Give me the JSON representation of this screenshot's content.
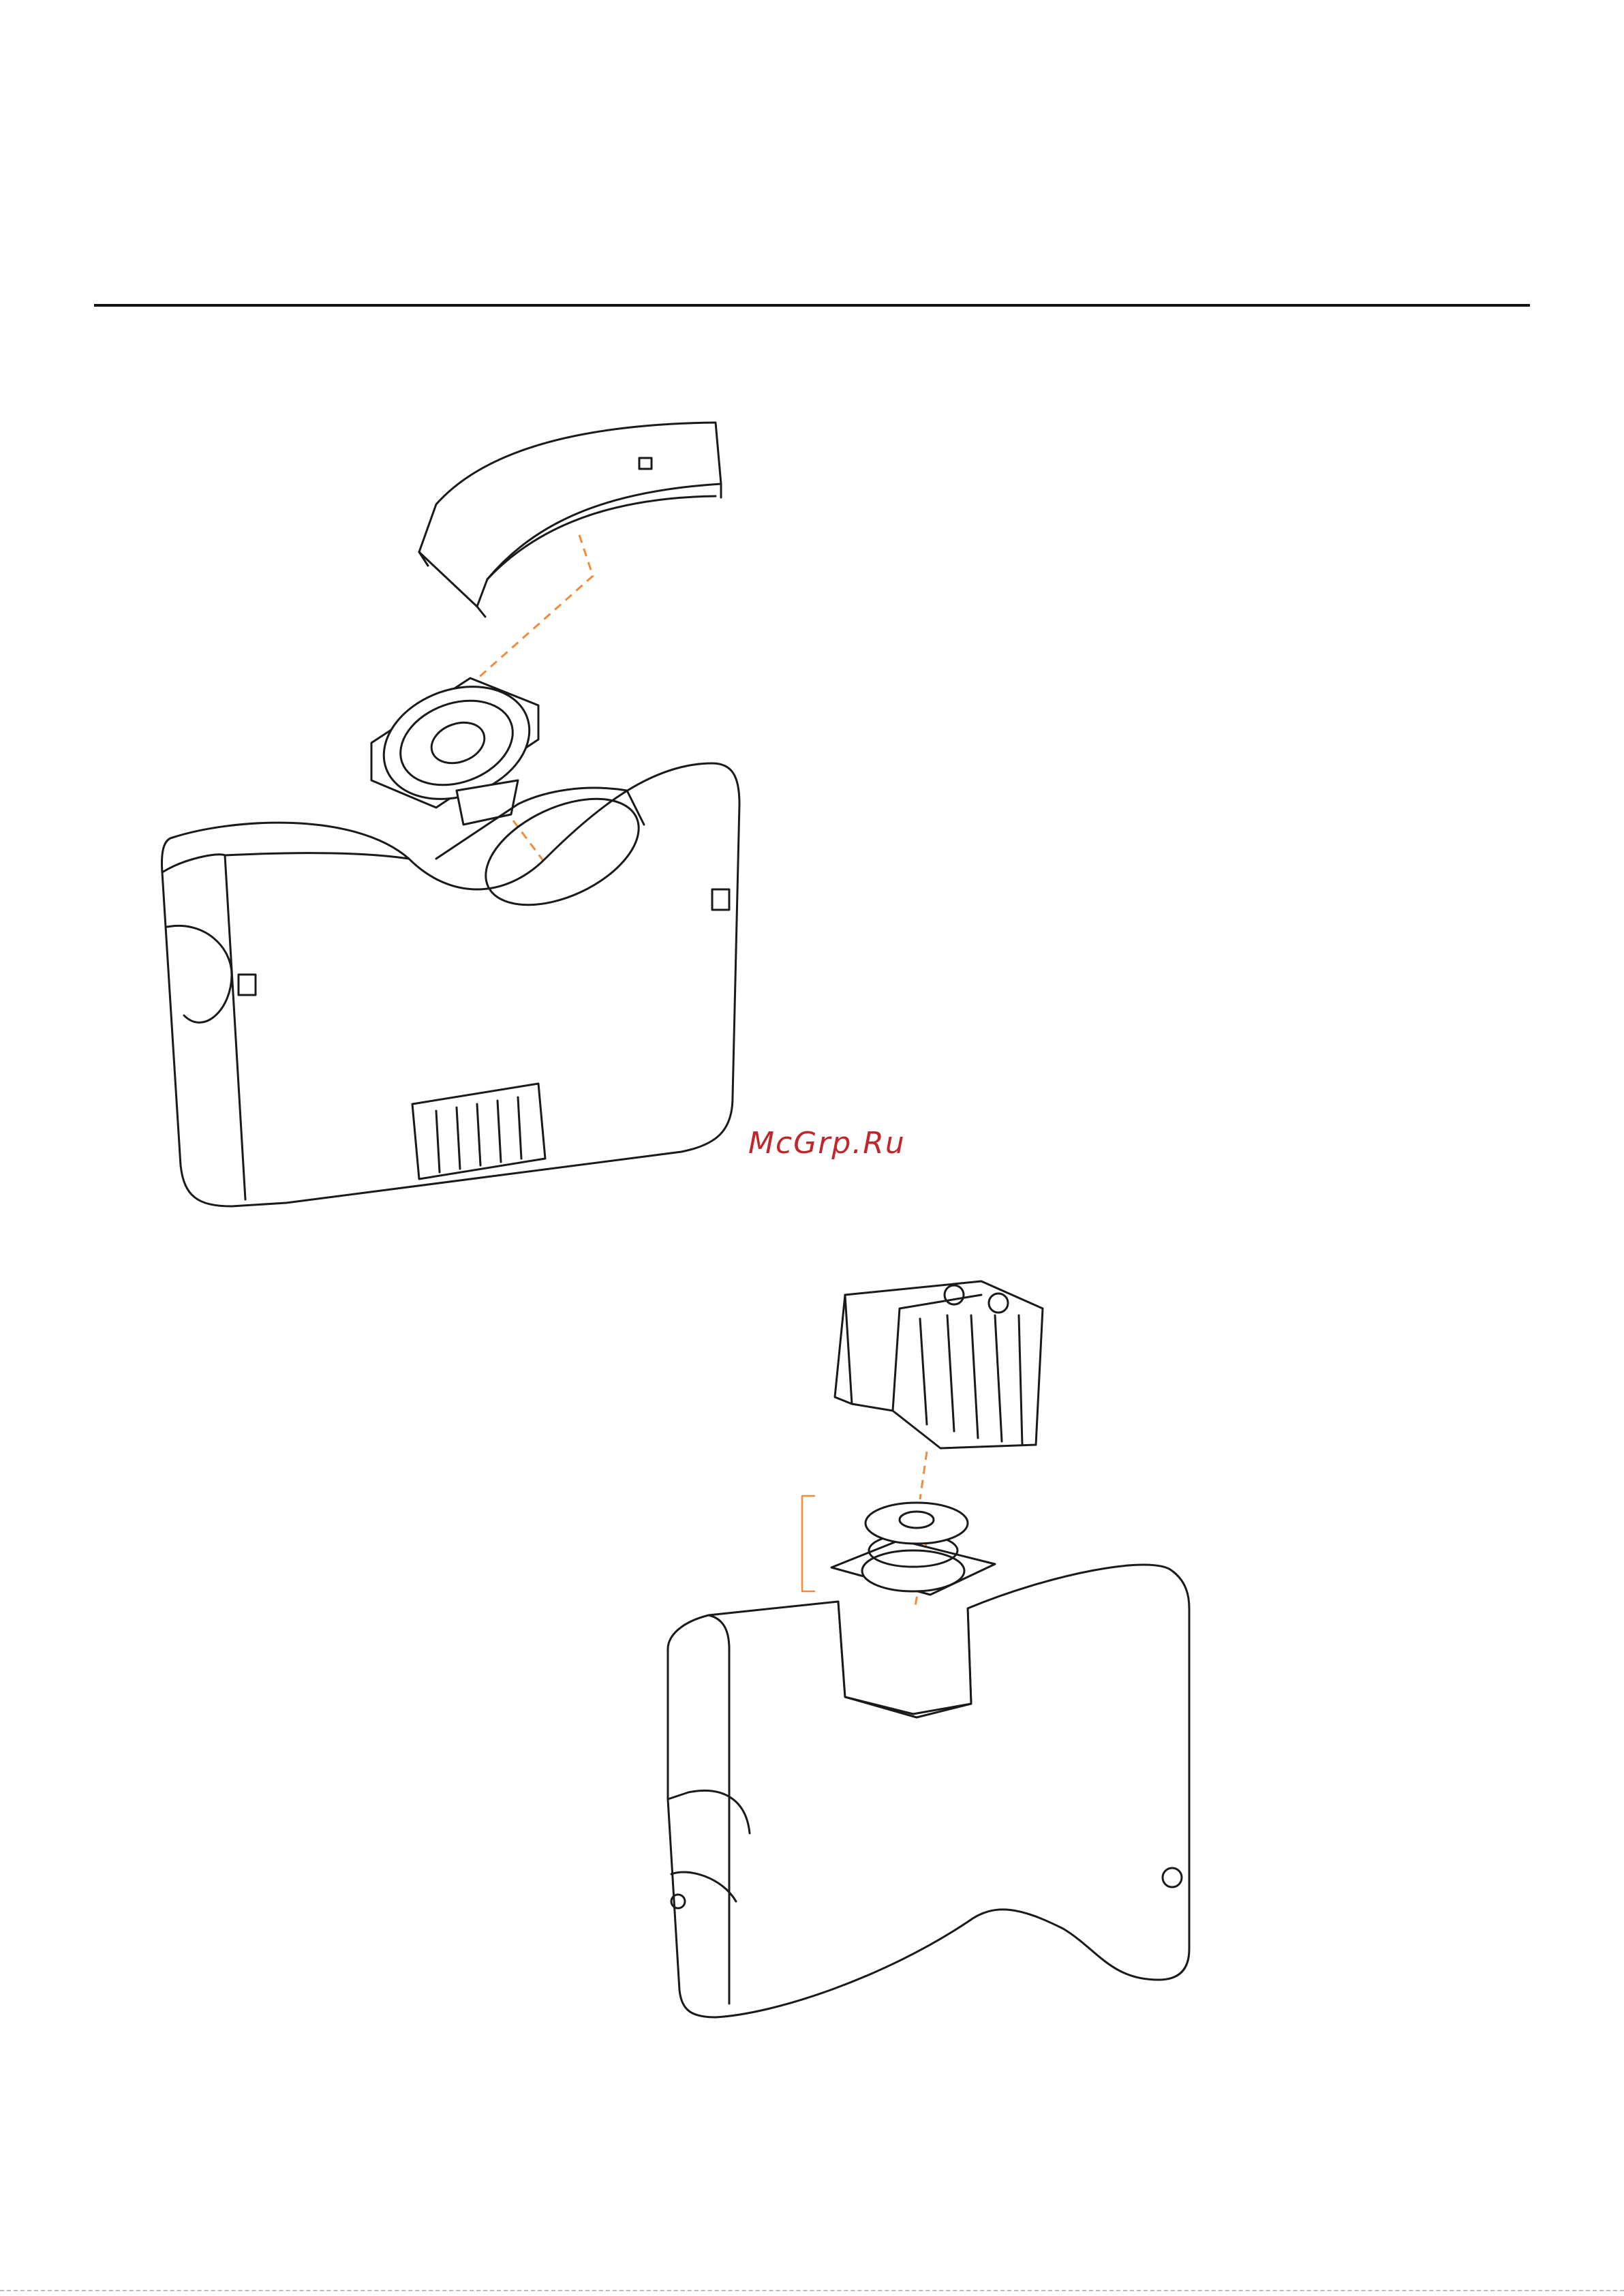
{
  "watermark": {
    "text": "McGrp.Ru",
    "color": "#c0262b"
  },
  "colors": {
    "line": "#1a1a1a",
    "assembly_guide": "#f08c3c",
    "background": "#ffffff"
  },
  "figures": [
    {
      "id": "woofer-assembly",
      "icon": "exploded-view-woofer"
    },
    {
      "id": "tweeter-assembly",
      "icon": "exploded-view-tweeter"
    }
  ]
}
